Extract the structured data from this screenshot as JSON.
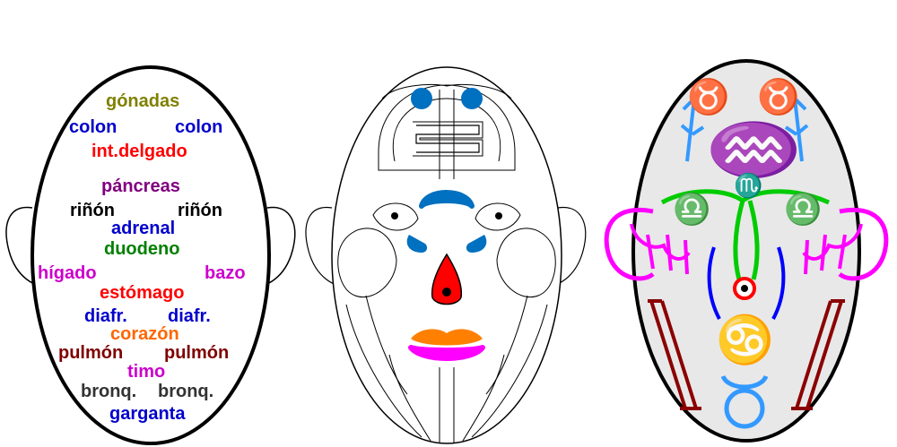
{
  "face_map": {
    "gonadas": {
      "text": "gónadas",
      "color": "#808000"
    },
    "colon_left": {
      "text": "colon",
      "color": "#0000CC"
    },
    "colon_right": {
      "text": "colon",
      "color": "#0000CC"
    },
    "int_delgado": {
      "text": "int.delgado",
      "color": "#FF0000"
    },
    "pancreas": {
      "text": "páncreas",
      "color": "#800080"
    },
    "rinon_left": {
      "text": "riñón",
      "color": "#000000"
    },
    "rinon_right": {
      "text": "riñón",
      "color": "#000000"
    },
    "adrenal": {
      "text": "adrenal",
      "color": "#0000CC"
    },
    "duodeno": {
      "text": "duodeno",
      "color": "#008000"
    },
    "higado": {
      "text": "hígado",
      "color": "#CC00CC"
    },
    "bazo": {
      "text": "bazo",
      "color": "#CC00CC"
    },
    "estomago": {
      "text": "estómago",
      "color": "#FF0000"
    },
    "diafr_left": {
      "text": "diafr.",
      "color": "#0000CC"
    },
    "diafr_right": {
      "text": "diafr.",
      "color": "#0000CC"
    },
    "corazon": {
      "text": "corazón",
      "color": "#FF6600"
    },
    "pulmon_left": {
      "text": "pulmón",
      "color": "#800000"
    },
    "pulmon_right": {
      "text": "pulmón",
      "color": "#800000"
    },
    "timo": {
      "text": "timo",
      "color": "#CC00CC"
    },
    "bronq_left": {
      "text": "bronq.",
      "color": "#333333"
    },
    "bronq_right": {
      "text": "bronq.",
      "color": "#333333"
    },
    "garganta": {
      "text": "garganta",
      "color": "#0000CC"
    }
  },
  "zodiac": {
    "taurus": "♉",
    "aquarius": "♒",
    "scorpio": "♏",
    "libra": "♎",
    "cancer": "♋"
  },
  "colors": {
    "outline": "#000000",
    "blue": "#0070C0",
    "red": "#FF0000",
    "orange": "#FF8000",
    "magenta": "#FF00FF",
    "green": "#00CC00",
    "purple": "#9933CC",
    "olive": "#808000",
    "maroon": "#8B0000",
    "sky": "#3399FF",
    "face_gray": "#E8E8E8"
  }
}
